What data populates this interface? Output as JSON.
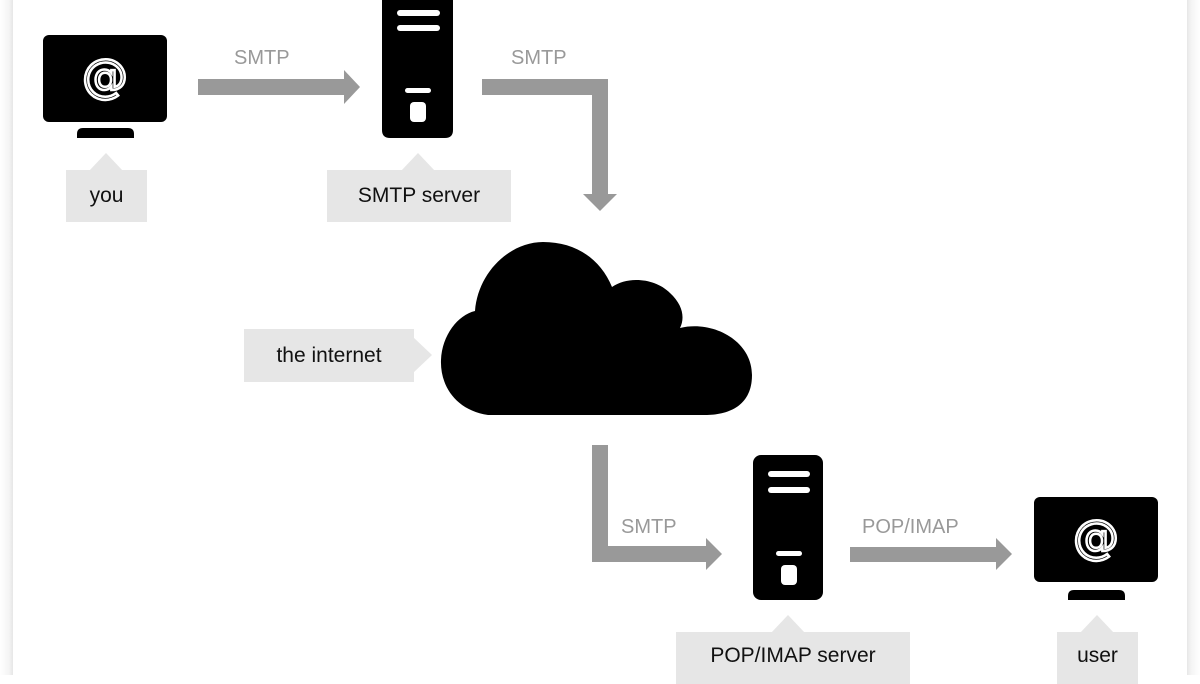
{
  "diagram": {
    "title": "Email delivery flow",
    "nodes": {
      "sender": {
        "label": "you",
        "icon": "monitor-at-icon",
        "glyph": "@"
      },
      "smtp_server": {
        "label": "SMTP server",
        "icon": "server-icon"
      },
      "internet": {
        "label": "the internet",
        "icon": "cloud-icon"
      },
      "pop_imap_server": {
        "label": "POP/IMAP server",
        "icon": "server-icon"
      },
      "recipient": {
        "label": "user",
        "icon": "monitor-at-icon",
        "glyph": "@"
      }
    },
    "edges": [
      {
        "from": "sender",
        "to": "smtp_server",
        "label": "SMTP"
      },
      {
        "from": "smtp_server",
        "to": "internet",
        "label": "SMTP"
      },
      {
        "from": "internet",
        "to": "pop_imap_server",
        "label": "SMTP"
      },
      {
        "from": "pop_imap_server",
        "to": "recipient",
        "label": "POP/IMAP"
      }
    ],
    "colors": {
      "arrow": "#999999",
      "icon": "#000000",
      "tag_background": "#e6e6e6",
      "protocol_text": "#999999"
    }
  }
}
